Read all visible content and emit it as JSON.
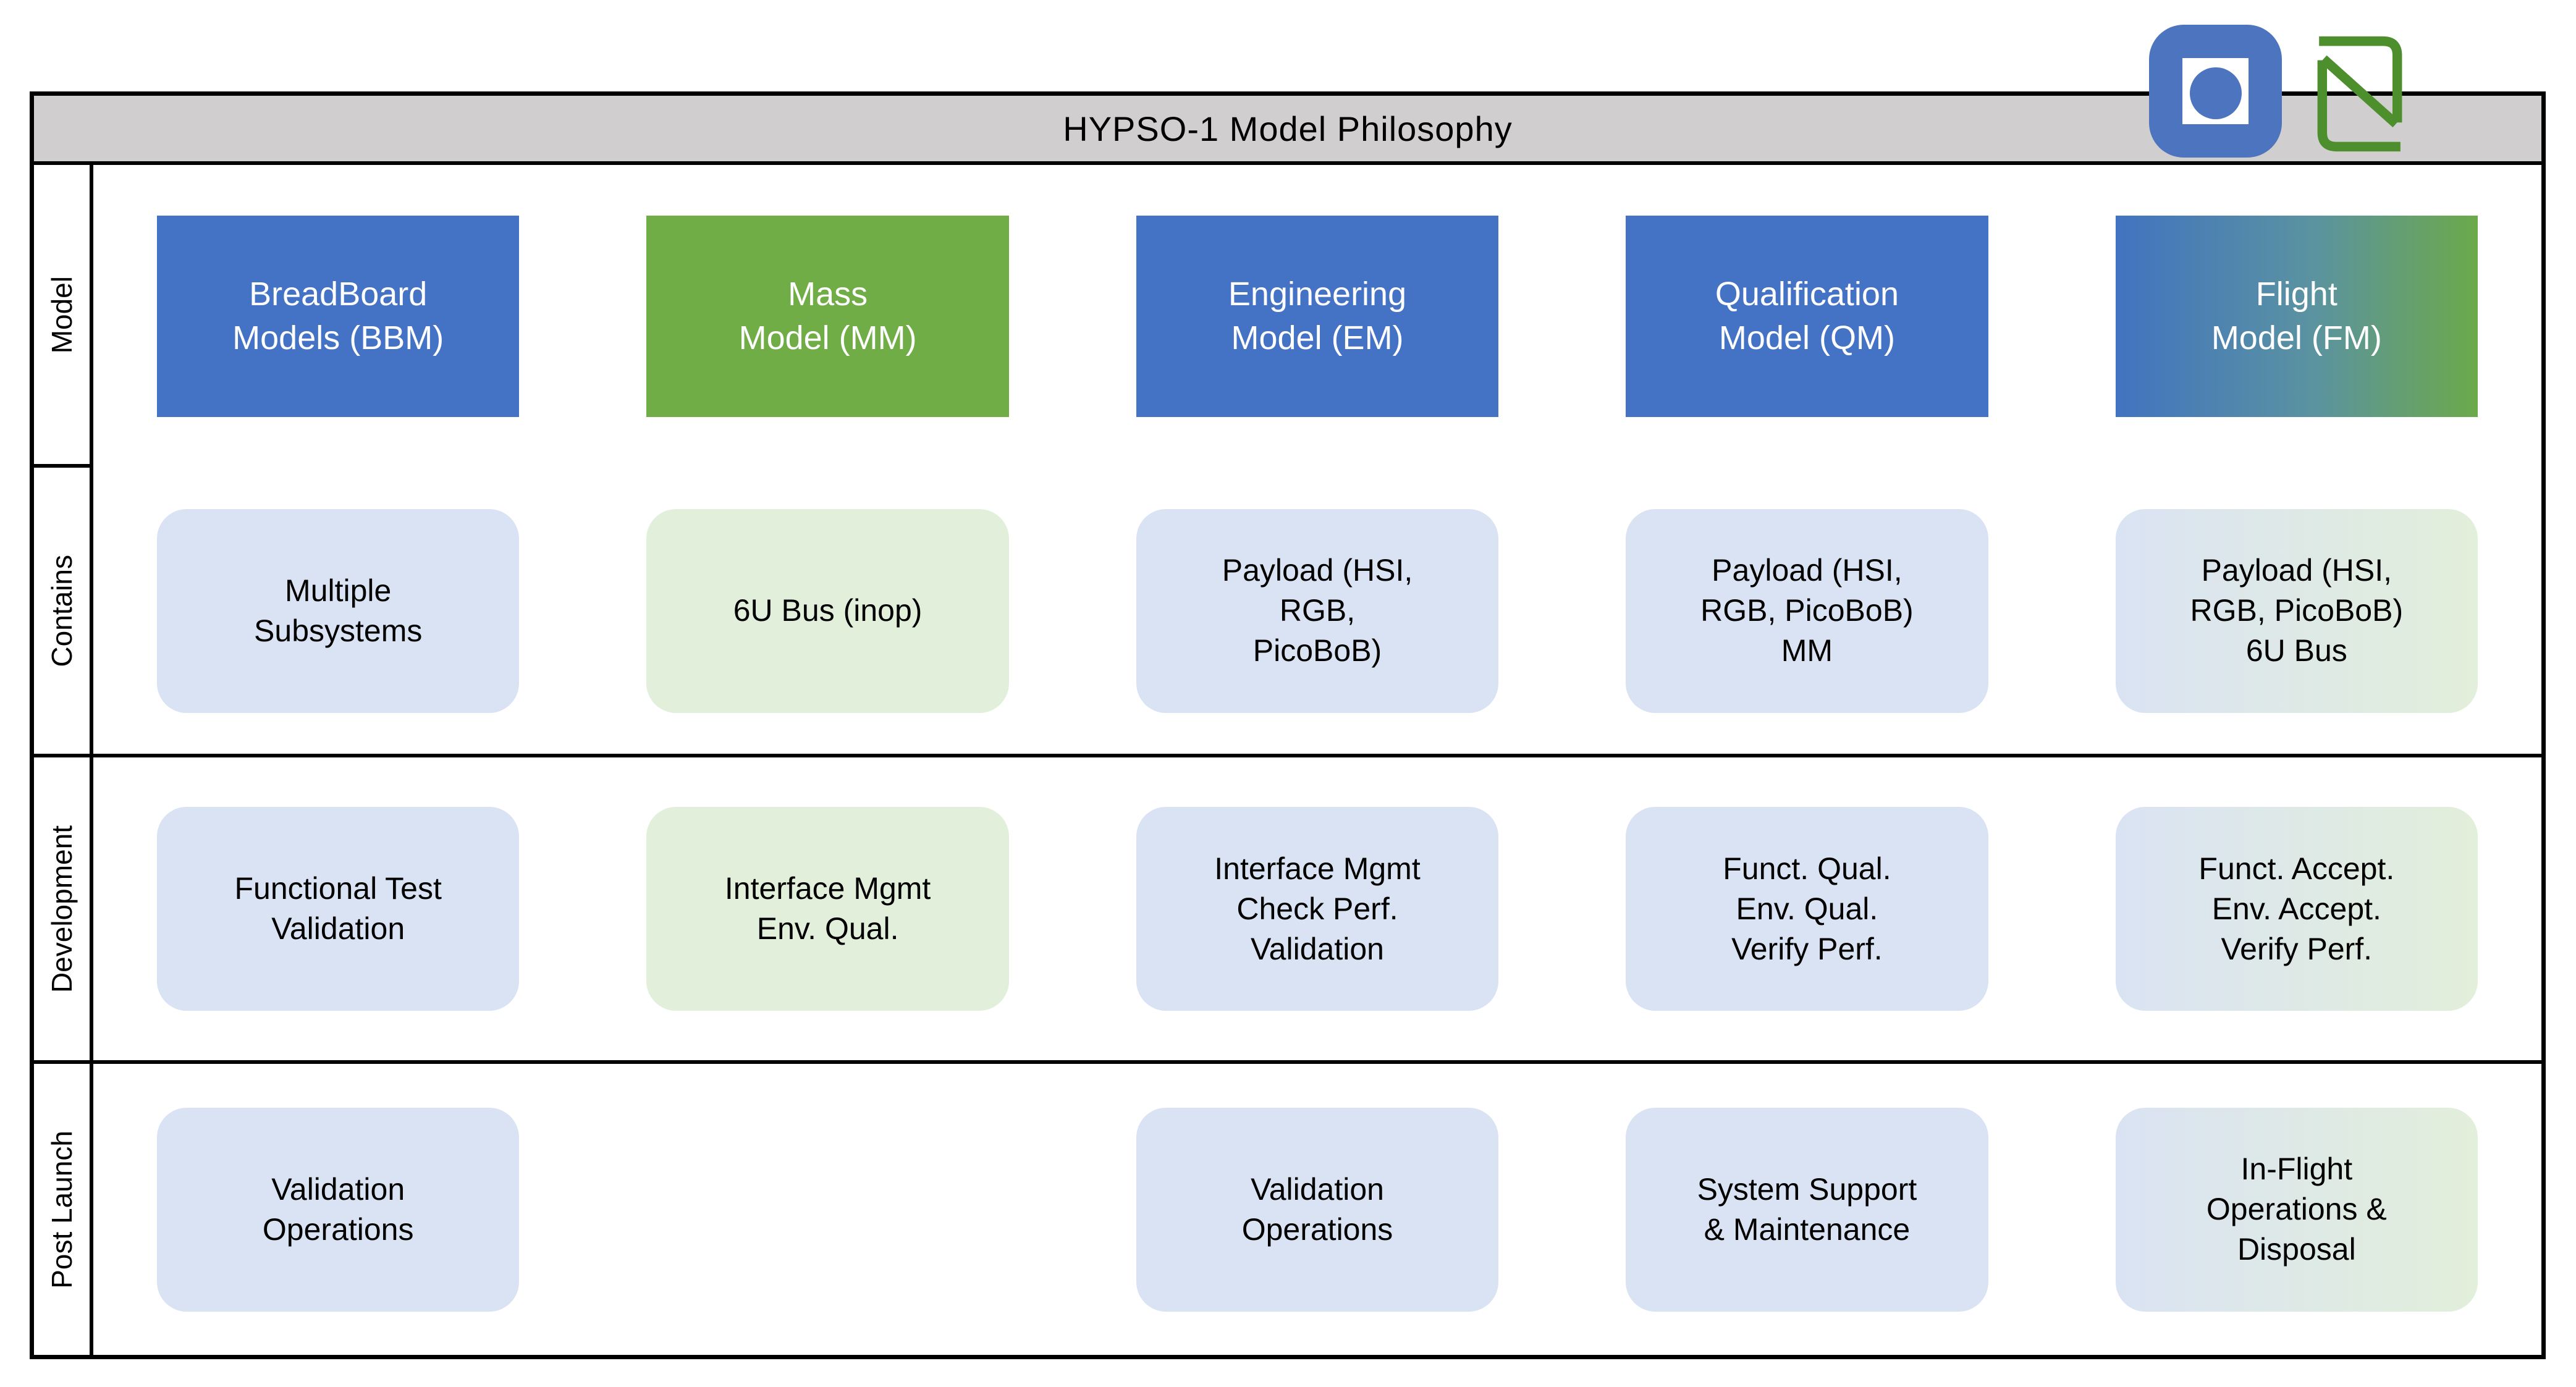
{
  "title_bar": {
    "title": "HYPSO-1 Model Philosophy"
  },
  "row_labels": {
    "model": "Model",
    "contains": "Contains",
    "development": "Development",
    "post_launch": "Post Launch"
  },
  "columns": [
    {
      "id": "bbm",
      "header": "BreadBoard\nModels (BBM)",
      "header_color": "#4472c4",
      "contains": "Multiple\nSubsystems",
      "development": "Functional Test\nValidation",
      "post_launch": "Validation\nOperations"
    },
    {
      "id": "mm",
      "header": "Mass\nModel (MM)",
      "header_color": "#70ad47",
      "contains": "6U Bus (inop)",
      "development": "Interface Mgmt\nEnv. Qual.",
      "post_launch": ""
    },
    {
      "id": "em",
      "header": "Engineering\nModel (EM)",
      "header_color": "#4472c4",
      "contains": "Payload (HSI,\nRGB,\nPicoBoB)",
      "development": "Interface Mgmt\nCheck Perf.\nValidation",
      "post_launch": "Validation\nOperations"
    },
    {
      "id": "qm",
      "header": "Qualification\nModel (QM)",
      "header_color": "#4472c4",
      "contains": "Payload (HSI,\nRGB, PicoBoB)\nMM",
      "development": "Funct. Qual.\nEnv. Qual.\nVerify Perf.",
      "post_launch": "System Support\n& Maintenance"
    },
    {
      "id": "fm",
      "header": "Flight\nModel (FM)",
      "header_color": "gradient(#4472c4,#70ad47)",
      "contains": "Payload (HSI,\nRGB, PicoBoB)\n6U Bus",
      "development": "Funct. Accept.\nEnv. Accept.\nVerify Perf.",
      "post_launch": "In-Flight\nOperations &\nDisposal"
    }
  ],
  "icons": {
    "ntnu_logo": "ntnu-emblem",
    "nanoavionics_logo": "green-n-emblem"
  },
  "colors": {
    "header_blue": "#4472c4",
    "header_green": "#70ad47",
    "cell_light_blue": "#dae3f3",
    "cell_light_green": "#e2efda",
    "title_bar_gray": "#d0cece",
    "border_black": "#000000",
    "ntnu_blue": "#4d74be",
    "nano_green": "#4e8f2d"
  }
}
